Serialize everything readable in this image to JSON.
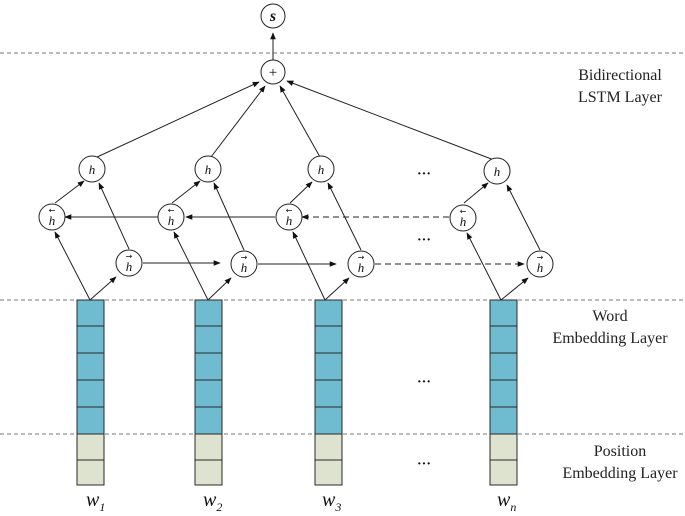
{
  "diagram": {
    "output_node": "s",
    "combine_node": "+",
    "hidden_label": "h",
    "forward_arrow": "→",
    "backward_arrow": "←",
    "ellipsis": "···",
    "layers": {
      "bilstm_line1": "Bidirectional",
      "bilstm_line2": "LSTM Layer",
      "word_line1": "Word",
      "word_line2": "Embedding Layer",
      "position_line1": "Position",
      "position_line2": "Embedding Layer"
    },
    "words": [
      {
        "base": "w",
        "sub": "1"
      },
      {
        "base": "w",
        "sub": "2"
      },
      {
        "base": "w",
        "sub": "3"
      },
      {
        "base": "w",
        "sub": "n"
      }
    ],
    "colors": {
      "word_embedding": "#6fbcd0",
      "position_embedding": "#dde3cf"
    }
  }
}
